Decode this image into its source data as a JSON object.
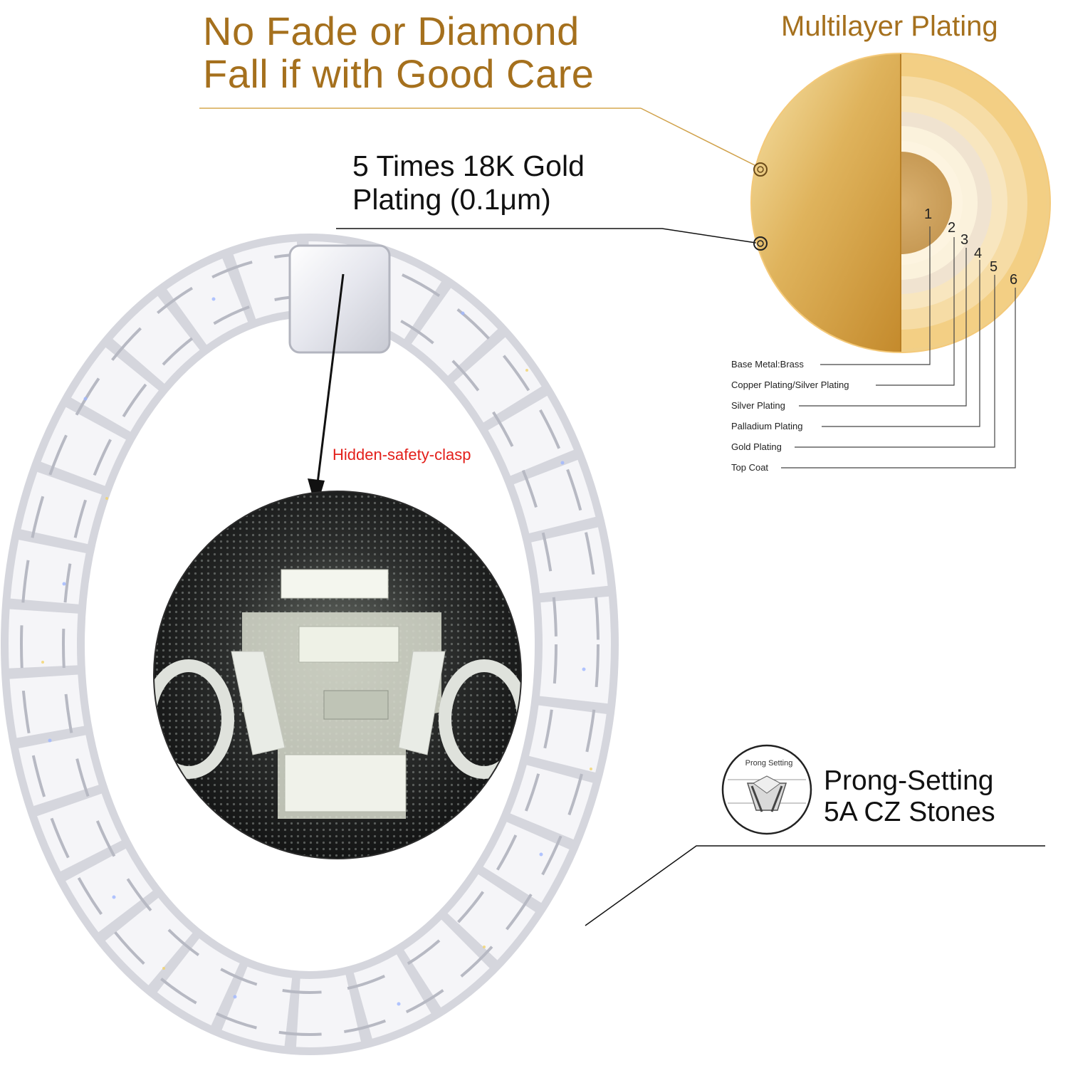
{
  "headline": {
    "line1": "No Fade or Diamond",
    "line2": "Fall if with Good Care"
  },
  "multilayer": {
    "title": "Multilayer Plating",
    "layer_numbers": [
      "1",
      "2",
      "3",
      "4",
      "5",
      "6"
    ],
    "layers": [
      "Base Metal:Brass",
      "Copper Plating/Silver Plating",
      "Silver Plating",
      "Palladium Plating",
      "Gold Plating",
      "Top Coat"
    ]
  },
  "plating": {
    "line1": "5 Times 18K  Gold",
    "line2": "Plating (0.1μm)"
  },
  "clasp": {
    "label": "Hidden-safety-clasp"
  },
  "prong": {
    "badge_text": "Prong Setting",
    "line1": "Prong-Setting",
    "line2": "5A CZ Stones"
  },
  "colors": {
    "headline_gold": "#a5701d",
    "clasp_red": "#e3201b",
    "gold_light": "#f6dfa6",
    "gold_dark": "#c98f35"
  }
}
